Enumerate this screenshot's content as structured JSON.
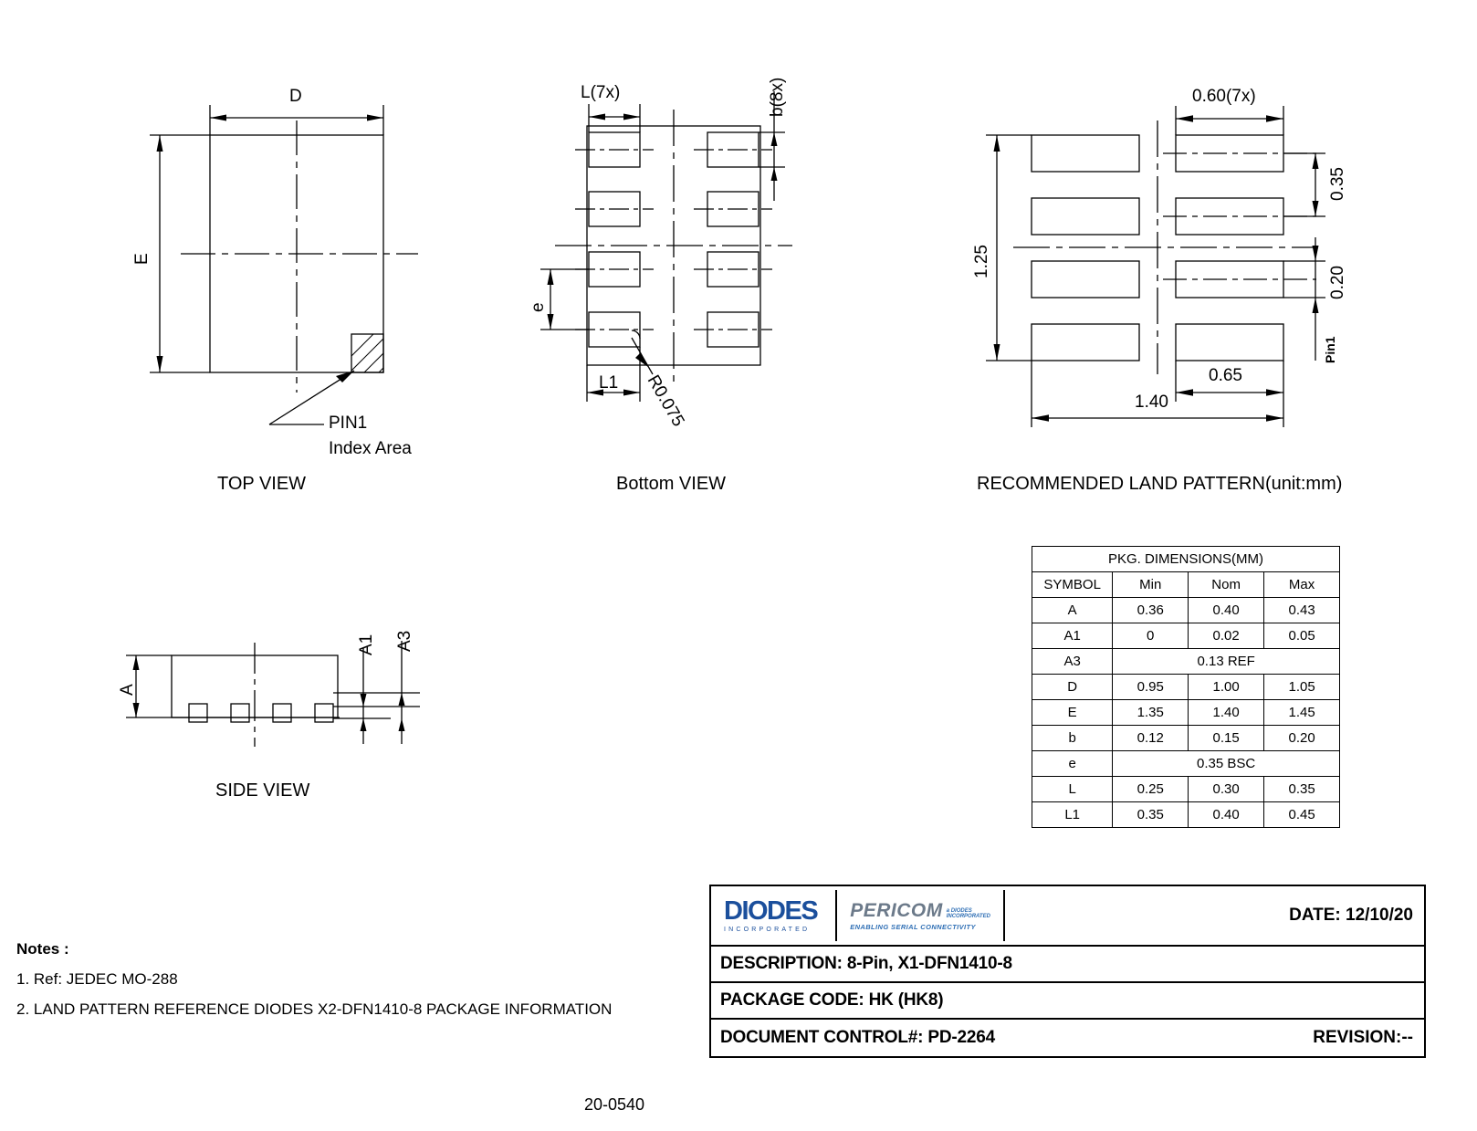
{
  "document": {
    "number": "20-0540"
  },
  "views": {
    "top": {
      "caption": "TOP VIEW",
      "dim_d": "D",
      "dim_e": "E",
      "callout_line1": "PIN1",
      "callout_line2": "Index Area"
    },
    "bottom": {
      "caption": "Bottom VIEW",
      "dim_l7x": "L(7x)",
      "dim_b8x": "b(8x)",
      "dim_e": "e",
      "dim_l1": "L1",
      "dim_r": "R0.075"
    },
    "land": {
      "caption": "RECOMMENDED LAND PATTERN(unit:mm)",
      "dim_pad_width": "0.60(7x)",
      "dim_0_35": "0.35",
      "dim_0_20": "0.20",
      "dim_1_25": "1.25",
      "dim_0_65": "0.65",
      "dim_1_40": "1.40",
      "pin1_label": "Pin1"
    },
    "side": {
      "caption": "SIDE VIEW",
      "dim_a": "A",
      "dim_a1": "A1",
      "dim_a3": "A3"
    }
  },
  "dim_table": {
    "title": "PKG.  DIMENSIONS(MM)",
    "headers": [
      "SYMBOL",
      "Min",
      "Nom",
      "Max"
    ],
    "rows": [
      {
        "symbol": "A",
        "min": "0.36",
        "nom": "0.40",
        "max": "0.43",
        "span": false
      },
      {
        "symbol": "A1",
        "min": "0",
        "nom": "0.02",
        "max": "0.05",
        "span": false
      },
      {
        "symbol": "A3",
        "span": true,
        "value": "0.13 REF"
      },
      {
        "symbol": "D",
        "min": "0.95",
        "nom": "1.00",
        "max": "1.05",
        "span": false
      },
      {
        "symbol": "E",
        "min": "1.35",
        "nom": "1.40",
        "max": "1.45",
        "span": false
      },
      {
        "symbol": "b",
        "min": "0.12",
        "nom": "0.15",
        "max": "0.20",
        "span": false
      },
      {
        "symbol": "e",
        "span": true,
        "value": "0.35 BSC"
      },
      {
        "symbol": "L",
        "min": "0.25",
        "nom": "0.30",
        "max": "0.35",
        "span": false
      },
      {
        "symbol": "L1",
        "min": "0.35",
        "nom": "0.40",
        "max": "0.45",
        "span": false
      }
    ]
  },
  "title_block": {
    "logo_primary": "DIODES",
    "logo_primary_sub": "INCORPORATED",
    "logo_secondary": "PERICOM",
    "logo_secondary_tag1": "a DIODES",
    "logo_secondary_tag2": "INCORPORATED",
    "logo_secondary_sub": "ENABLING SERIAL CONNECTIVITY",
    "date": "DATE: 12/10/20",
    "description": "DESCRIPTION:  8-Pin, X1-DFN1410-8",
    "package_code": "PACKAGE CODE:  HK  (HK8)",
    "document_control": "DOCUMENT CONTROL#: PD-2264",
    "revision": "REVISION:--"
  },
  "notes": {
    "heading": "Notes :",
    "items": [
      "1. Ref: JEDEC  MO-288",
      "2. LAND PATTERN REFERENCE DIODES X2-DFN1410-8 PACKAGE INFORMATION"
    ]
  },
  "colors": {
    "line": "#000000",
    "brand_blue": "#1b4f9c",
    "pericom_gray": "#6c7a8a"
  }
}
